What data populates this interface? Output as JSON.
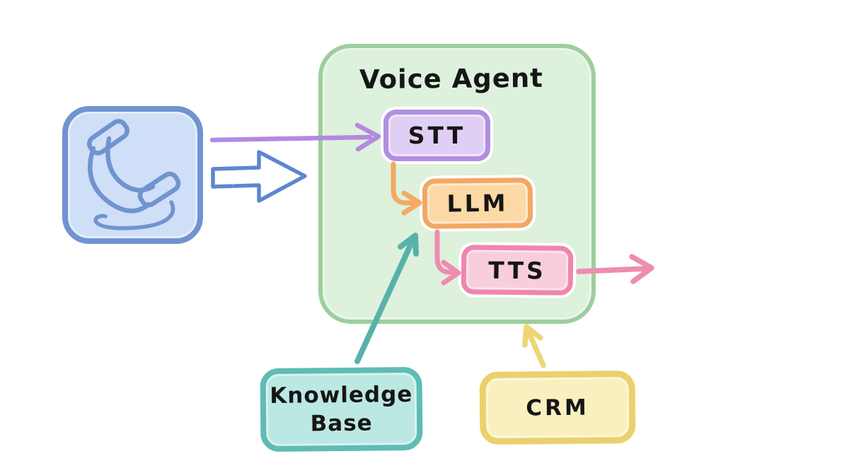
{
  "diagram": {
    "container": {
      "label": "Voice Agent"
    },
    "nodes": {
      "phone": {
        "icon": "phone-handset-icon"
      },
      "stt": {
        "label": "STT"
      },
      "llm": {
        "label": "LLM"
      },
      "tts": {
        "label": "TTS"
      },
      "knowledge_base": {
        "label": "Knowledge Base"
      },
      "crm": {
        "label": "CRM"
      }
    },
    "colors": {
      "text": "#161616",
      "phone_fill": "#cfdff7",
      "phone_border": "#7193d0",
      "block_arrow_fill": "#a9c6ee",
      "block_arrow_border": "#5e86d0",
      "container_fill": "#ddf1dc",
      "container_border": "#9ccf9d",
      "stt_fill": "#e0cff4",
      "stt_border": "#b18fdf",
      "llm_fill": "#fcd9a6",
      "llm_border": "#f2a863",
      "tts_fill": "#f8cedd",
      "tts_border": "#ee86ad",
      "kb_fill": "#bce8e3",
      "kb_border": "#5fbcb4",
      "crm_fill": "#faf0bf",
      "crm_border": "#ecd06e",
      "arrow_purple": "#b28ae0",
      "arrow_orange": "#f5a963",
      "arrow_pink": "#ee8cb1",
      "arrow_teal": "#57b2ab",
      "arrow_yellow": "#eed677"
    },
    "edges": [
      {
        "id": "phone-to-stt",
        "from": "phone",
        "to": "stt",
        "style": "thin-arrow",
        "color": "#b28ae0"
      },
      {
        "id": "call-audio-in",
        "from": "phone",
        "to": "voice-agent",
        "style": "block-arrow",
        "color": "#5e86d0"
      },
      {
        "id": "stt-to-llm",
        "from": "stt",
        "to": "llm",
        "style": "elbow-arrow",
        "color": "#f5a963"
      },
      {
        "id": "llm-to-tts",
        "from": "llm",
        "to": "tts",
        "style": "elbow-arrow",
        "color": "#ee8cb1"
      },
      {
        "id": "tts-to-output",
        "from": "tts",
        "to": "output",
        "style": "thin-arrow",
        "color": "#ee8cb1"
      },
      {
        "id": "kb-to-llm",
        "from": "knowledge_base",
        "to": "llm",
        "style": "thin-arrow",
        "color": "#57b2ab"
      },
      {
        "id": "crm-to-voice-agent",
        "from": "crm",
        "to": "voice-agent",
        "style": "thin-arrow",
        "color": "#eed677"
      }
    ]
  }
}
